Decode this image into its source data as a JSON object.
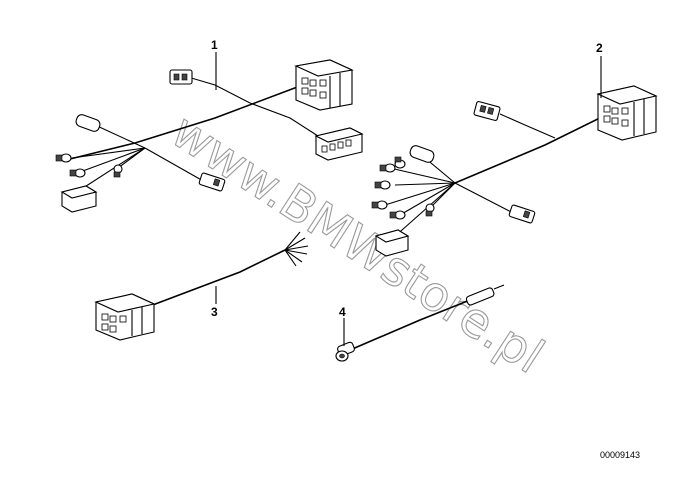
{
  "diagram": {
    "callouts": [
      {
        "id": "1",
        "label": "1"
      },
      {
        "id": "2",
        "label": "2"
      },
      {
        "id": "3",
        "label": "3"
      },
      {
        "id": "4",
        "label": "4"
      }
    ],
    "reference_number": "00009143",
    "watermark": "www.BMWstore.pl",
    "colors": {
      "ink": "#000000",
      "watermark": "#9a9a9a",
      "background": "#ffffff"
    }
  }
}
